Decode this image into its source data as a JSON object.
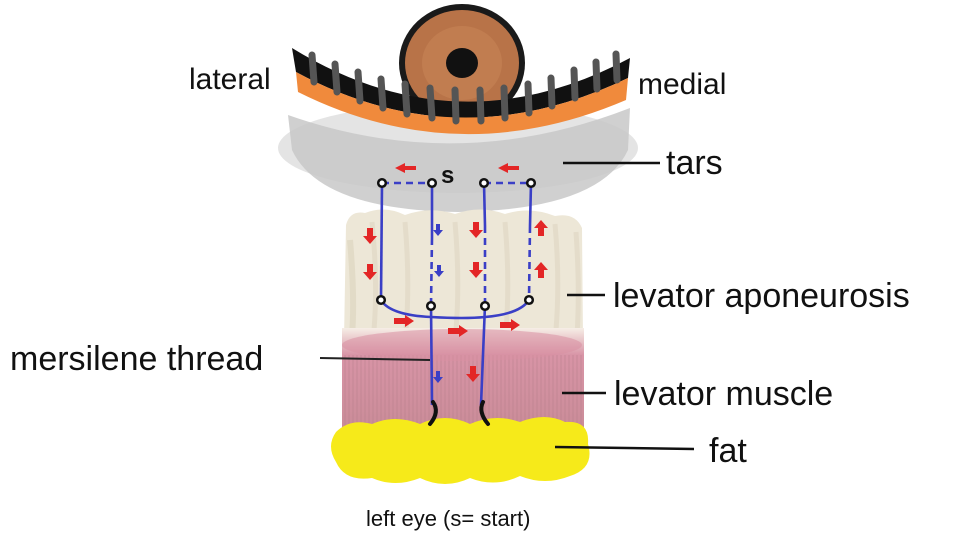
{
  "labels": {
    "lateral": "lateral",
    "medial": "medial",
    "tars": "tars",
    "levator_aponeurosis": "levator aponeurosis",
    "mersilene_thread": "mersilene thread",
    "levator_muscle": "levator muscle",
    "fat": "fat",
    "start_marker": "s",
    "caption": "left eye (s= start)"
  },
  "colors": {
    "iris": "#b87348",
    "pupil": "#111111",
    "lid_margin": "#f08a3c",
    "lid_rim": "#111111",
    "lashes": "#555555",
    "tarsus": "#c9c9c9",
    "aponeurosis": "#ece6d6",
    "muscle": "#c98d9a",
    "fat": "#f6ea1a",
    "thread": "#3a3fc6",
    "arrow_red": "#e32626",
    "arrow_blue": "#3a3fc6"
  }
}
